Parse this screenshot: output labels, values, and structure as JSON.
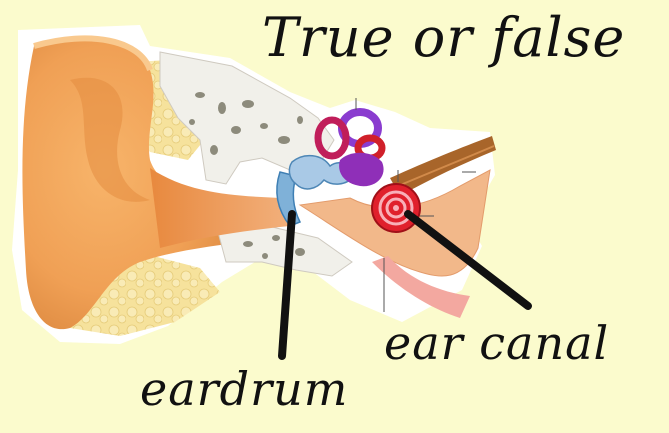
{
  "title": "True or false",
  "labels": {
    "eardrum": "eardrum",
    "ear_canal": "ear canal"
  },
  "colors": {
    "background": "#fbfbcd",
    "skin": "#f0a055",
    "bone": "#f1f0ea",
    "fat": "#f6e29c",
    "cochlea": "#e0202c",
    "semicircular_canals": "#8a3ccf",
    "nerve": "#a8652a",
    "eardrum": "#7fb1d8",
    "pointer": "#111111"
  }
}
